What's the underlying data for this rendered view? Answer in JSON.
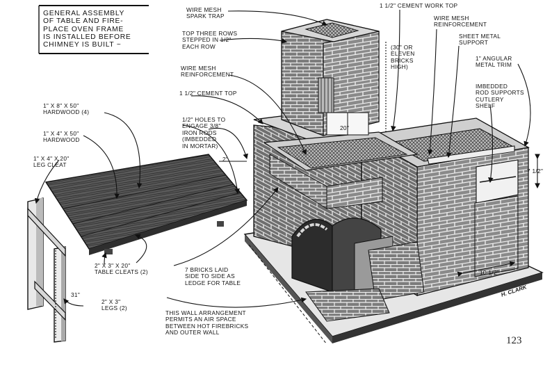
{
  "note": "GENERAL ASSEMBLY\nOF TABLE AND FIRE-\nPLACE OVEN FRAME\nIS INSTALLED BEFORE\nCHIMNEY IS BUILT ~",
  "labels": {
    "spark_trap": "WIRE MESH\nSPARK TRAP",
    "top_rows": "TOP THREE ROWS\nSTEPPED IN 1/2\"\nEACH ROW",
    "mesh_left": "WIRE MESH\nREINFORCEMENT",
    "cement_top": "1 1/2\" CEMENT TOP",
    "cement_work_top": "1 1/2\" CEMENT WORK TOP",
    "mesh_right": "WIRE MESH\nREINFORCEMENT",
    "sheet_metal": "SHEET METAL\nSUPPORT",
    "angular_trim": "1\" ANGULAR\nMETAL TRIM",
    "rod_supports": "IMBEDDED\nROD SUPPORTS\nCUTLERY\nSHELF",
    "chimney_height": "(30\" OR\nELEVEN\nBRICKS\nHIGH)",
    "dim_20": "20\"",
    "dim_7half": "7 1/2\"",
    "dim_10half": "10 1/2\"",
    "dim_2": "2\"",
    "dim_31": "31\"",
    "hardwood4": "1\" x 8\" x 50\"\nHARDWOOD (4)",
    "hardwood1": "1\" x 4\" x 50\"\nHARDWOOD",
    "leg_cleat": "1\" x 4\" x 20\"\nLEG CLEAT",
    "iron_holes": "1/2\" HOLES TO\nENGAGE 3/8\"\nIRON RODS\n(IMBEDDED\nIN MORTAR)",
    "table_cleats": "2\" x 3\" x 20\"\nTABLE CLEATS (2)",
    "legs": "2\" x 3\"\nLEGS (2)",
    "seven_bricks": "7 BRICKS LAID\nSIDE TO SIDE AS\nLEDGE FOR TABLE",
    "wall_arrangement": "THIS WALL ARRANGEMENT\nPERMITS AN AIR SPACE\nBETWEEN HOT FIREBRICKS\nAND OUTER WALL"
  },
  "signature": "H. CLARK",
  "page_number": "123"
}
